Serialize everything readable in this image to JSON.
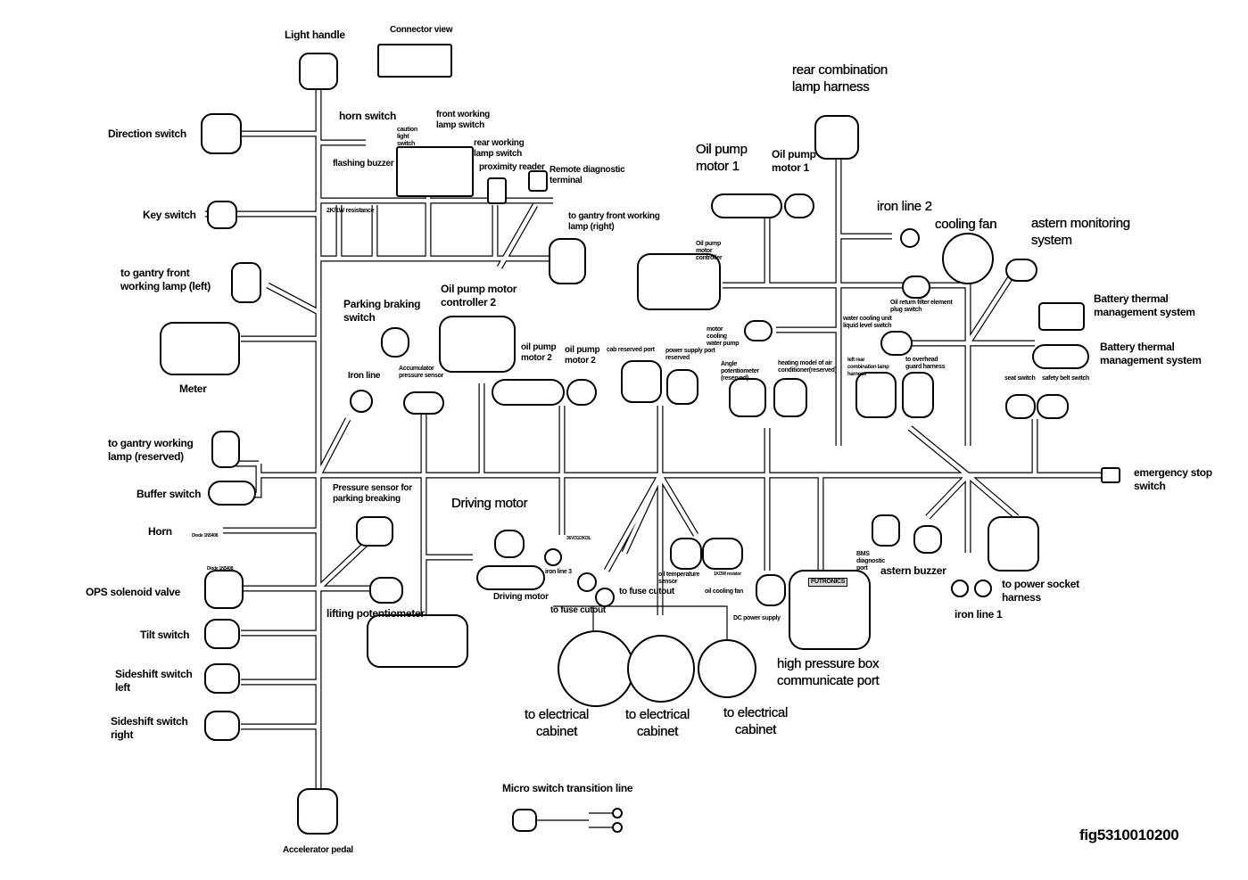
{
  "figure_id": "fig5310010200",
  "connector_view": {
    "title": "Connector view"
  },
  "labels": {
    "light_handle": "Light handle",
    "direction_switch": "Direction switch",
    "horn_switch": "horn switch",
    "caution_light_switch": "caution light switch",
    "front_working_lamp_switch": "front working lamp switch",
    "rear_working_lamp_switch": "rear working lamp switch",
    "flashing_buzzer": "flashing buzzer",
    "resistance_2k": "2K/1W resistance",
    "proximity_reader": "proximity reader",
    "remote_diagnostic_terminal": "Remote diagnostic terminal",
    "key_switch": "Key switch",
    "gantry_front_right": "to gantry front working lamp (right)",
    "gantry_front_left": "to gantry front working lamp (left)",
    "meter": "Meter",
    "parking_braking_switch": "Parking braking switch",
    "oil_pump_motor_controller_2": "Oil pump motor controller 2",
    "oil_pump_motor_1_big": "Oil pump motor 1",
    "oil_pump_motor_1_small": "Oil pump motor 1",
    "rear_combination_lamp_harness": "rear combination lamp harness",
    "oil_pump_motor_controller": "Oil pump motor controller",
    "iron_line_2": "iron line 2",
    "cooling_fan": "cooling fan",
    "astern_monitoring_system": "astern monitoring system",
    "oil_return_filter": "Oil return filter element plug switch",
    "battery_thermal_1": "Battery thermal management system",
    "battery_thermal_2": "Battery thermal management system",
    "motor_cooling_water_pump": "motor cooling water pump",
    "water_cooling_level_switch": "water cooling unit liquid level switch",
    "left_rear_combination": "left rear combination lamp harness",
    "overhead_guard_harness": "to overhead guard harness",
    "iron_line": "Iron line",
    "accumulator_pressure_sensor": "Accumulator pressure sensor",
    "oil_pump_motor_2_a": "oil pump motor 2",
    "oil_pump_motor_2_b": "oil pump motor 2",
    "cab_reserved_port": "cab reserved port",
    "power_supply_port_reserved": "power supply port reserved",
    "angle_potentiometer": "Angle potentiometer (reserved)",
    "heating_model": "heating model of air conditioner(reserved)",
    "seat_switch": "seat switch",
    "safety_belt_switch": "safety belt switch",
    "gantry_working_reserved": "to gantry working lamp (reserved)",
    "buffer_switch": "Buffer switch",
    "emergency_stop_switch": "emergency stop switch",
    "pressure_sensor_parking": "Pressure sensor for parking breaking",
    "driving_motor_big": "Driving motor",
    "horn": "Horn",
    "diode_1": "Diode 1N5408",
    "diode_2": "Diode 1N5408",
    "iron_line_3_spec": "36V/31/2K/3L",
    "iron_line_3": "iron line 3",
    "driving_motor_small": "Driving motor",
    "ops_solenoid_valve": "OPS solenoid valve",
    "fuse_cutout_1": "to fuse cutout",
    "fuse_cutout_2": "to fuse cutout",
    "oil_temperature_sensor": "oil temperature sensor",
    "resistor_1k": "1K/3W resistor",
    "oil_cooling_fan": "oil cooling fan",
    "bms_diagnostic_port": "BMS diagnostic port",
    "astern_buzzer": "astern buzzer",
    "dc_power_supply": "DC power supply",
    "futronics": "FUTRONICS",
    "power_socket_harness": "to power socket harness",
    "iron_line_1": "iron line 1",
    "lifting_potentiometer": "lifting potentiometer",
    "tilt_switch": "Tilt switch",
    "high_pressure_box": "high pressure box communicate port",
    "sideshift_left": "Sideshift switch left",
    "electrical_cabinet_1": "to electrical cabinet",
    "electrical_cabinet_2": "to electrical cabinet",
    "electrical_cabinet_3": "to electrical cabinet",
    "sideshift_right": "Sideshift switch right",
    "micro_switch_transition": "Micro switch transition line",
    "accelerator_pedal": "Accelerator pedal"
  }
}
